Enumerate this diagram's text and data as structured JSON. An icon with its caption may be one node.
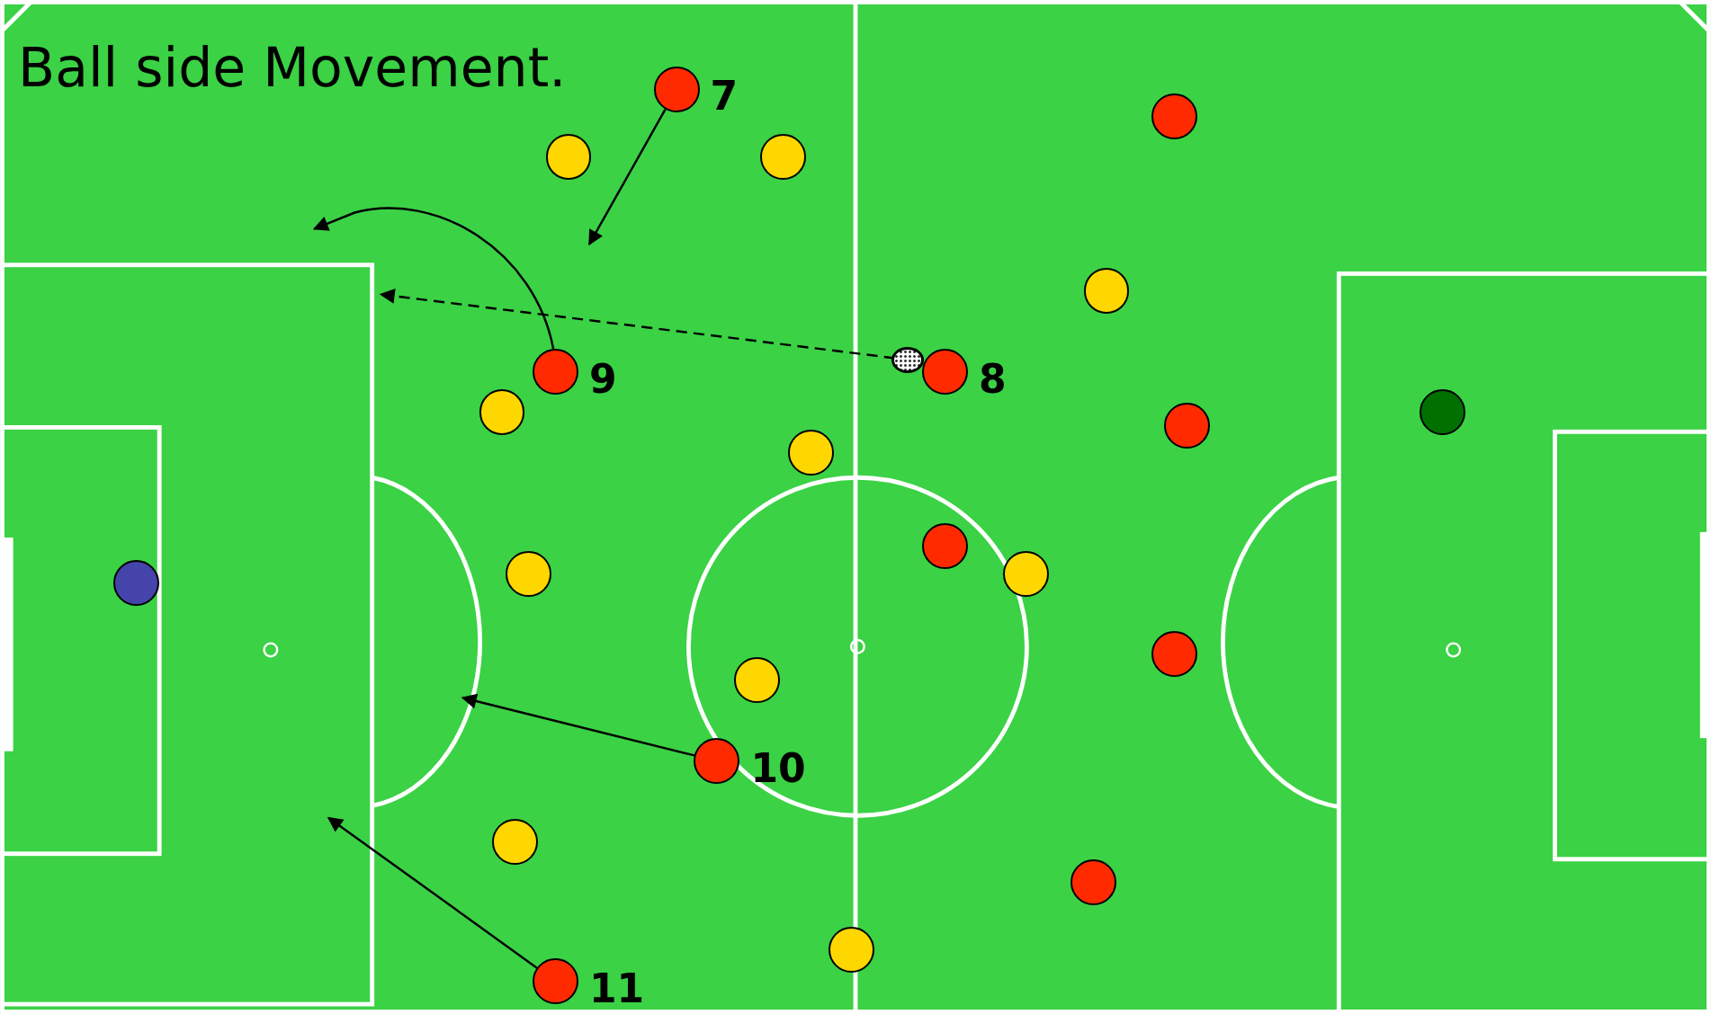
{
  "diagram": {
    "title": "Ball side Movement.",
    "nodes": [
      {
        "text": [],
        "shape": "circle",
        "beside": [
          "7"
        ]
      },
      {
        "text": [],
        "shape": "circle"
      },
      {
        "text": [],
        "shape": "circle"
      },
      {
        "text": [],
        "shape": "circle"
      },
      {
        "text": [],
        "shape": "circle"
      },
      {
        "text": [],
        "shape": "ball"
      },
      {
        "text": [],
        "shape": "circle",
        "beside": [
          "9"
        ]
      },
      {
        "text": [],
        "shape": "circle",
        "beside": [
          "8"
        ]
      },
      {
        "text": [],
        "shape": "circle"
      },
      {
        "text": [],
        "shape": "circle"
      },
      {
        "text": [],
        "shape": "circle"
      },
      {
        "text": [],
        "shape": "circle"
      },
      {
        "text": [],
        "shape": "circle"
      },
      {
        "text": [],
        "shape": "circle"
      },
      {
        "text": [],
        "shape": "circle"
      },
      {
        "text": [],
        "shape": "circle"
      },
      {
        "text": [],
        "shape": "circle"
      },
      {
        "text": [],
        "shape": "circle"
      },
      {
        "text": [],
        "shape": "circle",
        "beside": [
          "10"
        ]
      },
      {
        "text": [],
        "shape": "circle"
      },
      {
        "text": [],
        "shape": "circle"
      },
      {
        "text": [],
        "shape": "circle"
      },
      {
        "text": [],
        "shape": "circle",
        "beside": [
          "11"
        ]
      }
    ],
    "edges": [
      {
        "from": 0,
        "to": null,
        "arrow": "to"
      },
      {
        "from": 6,
        "to": null,
        "arrow": "to"
      },
      {
        "from": 5,
        "to": null,
        "arrow": "to",
        "style": "dashed"
      },
      {
        "from": 18,
        "to": null,
        "arrow": "to"
      },
      {
        "from": 22,
        "to": null,
        "arrow": "to"
      }
    ]
  }
}
